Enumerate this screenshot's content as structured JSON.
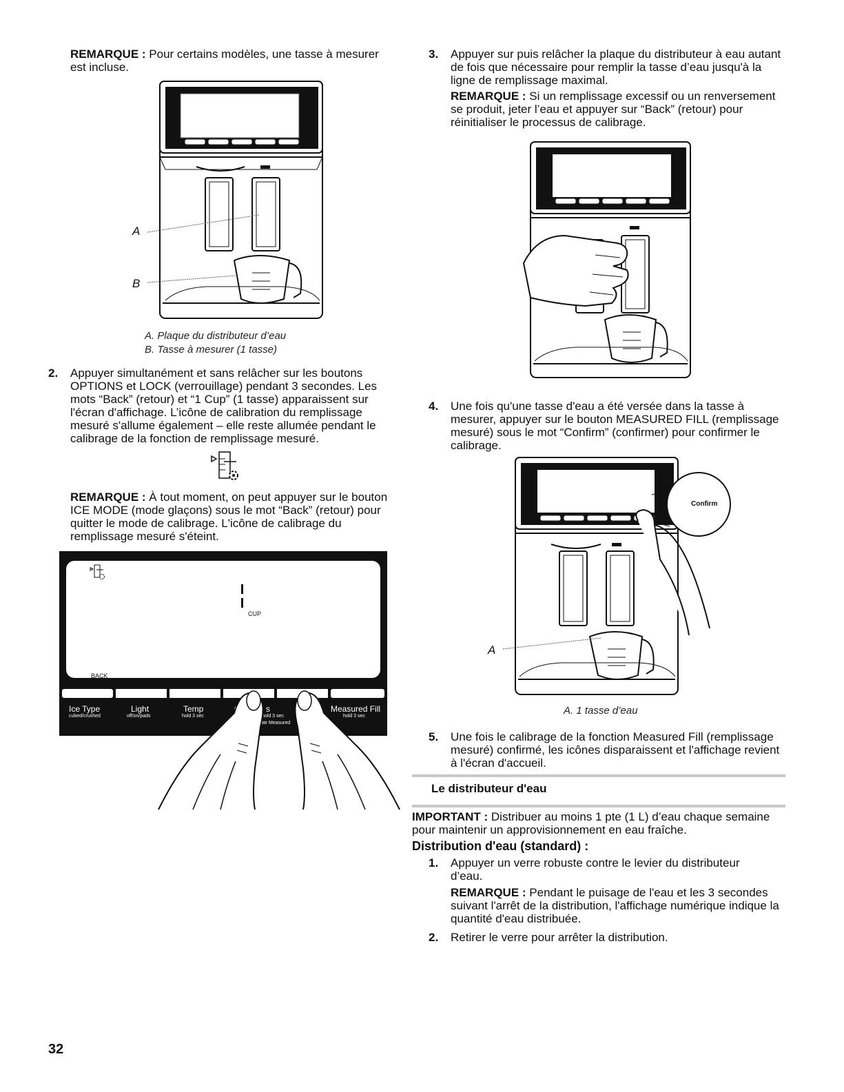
{
  "left": {
    "note1_label": "REMARQUE :",
    "note1_text": " Pour certains modèles, une tasse à mesurer est incluse.",
    "fig1_label_a": "A",
    "fig1_label_b": "B",
    "fig1_caption_a": "A. Plaque du distributeur d’eau",
    "fig1_caption_b": "B. Tasse à mesurer (1 tasse)",
    "step2_num": "2.",
    "step2_text": "Appuyer simultanément et sans relâcher sur les boutons OPTIONS et LOCK (verrouillage) pendant 3 secondes. Les mots “Back” (retour) et “1 Cup” (1 tasse) apparaissent sur l'écran d'affichage. L’icône de calibration du remplissage mesuré s'allume également – elle reste allumée pendant le calibrage de la fonction de remplissage mesuré.",
    "note2_label": "REMARQUE :",
    "note2_text": " À tout moment, on peut appuyer sur le bouton ICE MODE (mode glaçons) sous le mot “Back” (retour) pour quitter le mode de calibrage. L'icône de calibrage du remplissage mesuré s'éteint.",
    "panel": {
      "cup_label": "CUP",
      "back_label": "BACK",
      "buttons": [
        {
          "label": "Ice Type",
          "sub": "cubed/crushed"
        },
        {
          "label": "Light",
          "sub": "off/on/pads"
        },
        {
          "label": "Temp",
          "sub": "hold 3 sec"
        },
        {
          "label": "O",
          "sub": ""
        },
        {
          "label": "s",
          "sub": "hold 3 sec"
        },
        {
          "label": "Measured Fill",
          "sub": "hold 3 sec"
        }
      ],
      "calibrate_text": "rate Measured"
    }
  },
  "right": {
    "step3_num": "3.",
    "step3_text": "Appuyer sur puis relâcher la plaque du distributeur à eau autant de fois que nécessaire pour remplir la tasse d’eau jusqu'à la ligne de remplissage maximal.",
    "note3_label": "REMARQUE :",
    "note3_text": " Si un remplissage excessif ou un renversement se produit, jeter l’eau et appuyer sur “Back” (retour) pour réinitialiser le processus de calibrage.",
    "step4_num": "4.",
    "step4_text": "Une fois qu'une tasse d'eau a été versée dans la tasse à mesurer, appuyer sur le bouton MEASURED FILL (remplissage mesuré) sous le mot “Confirm” (confirmer) pour confirmer le calibrage.",
    "fig3_confirm": "Confirm",
    "fig3_label_a": "A",
    "fig3_caption": "A. 1 tasse d’eau",
    "step5_num": "5.",
    "step5_text": "Une fois le calibrage de la fonction Measured Fill (remplissage mesuré) confirmé, les icônes disparaissent et l'affichage revient à l'écran d'accueil.",
    "section_heading": "Le distributeur d'eau",
    "important_label": "IMPORTANT :",
    "important_text": " Distribuer au moins 1 pte (1 L) d’eau chaque semaine pour maintenir un approvisionnement en eau fraîche.",
    "subheading": "Distribution d'eau (standard) :",
    "sub1_num": "1.",
    "sub1_text": "Appuyer un verre robuste contre le levier du distributeur d’eau.",
    "note4_label": "REMARQUE :",
    "note4_text": " Pendant le puisage de l'eau et les 3 secondes suivant l'arrêt de la distribution, l'affichage numérique indique la quantité d'eau distribuée.",
    "sub2_num": "2.",
    "sub2_text": "Retirer le verre pour arrêter la distribution."
  },
  "page_number": "32"
}
